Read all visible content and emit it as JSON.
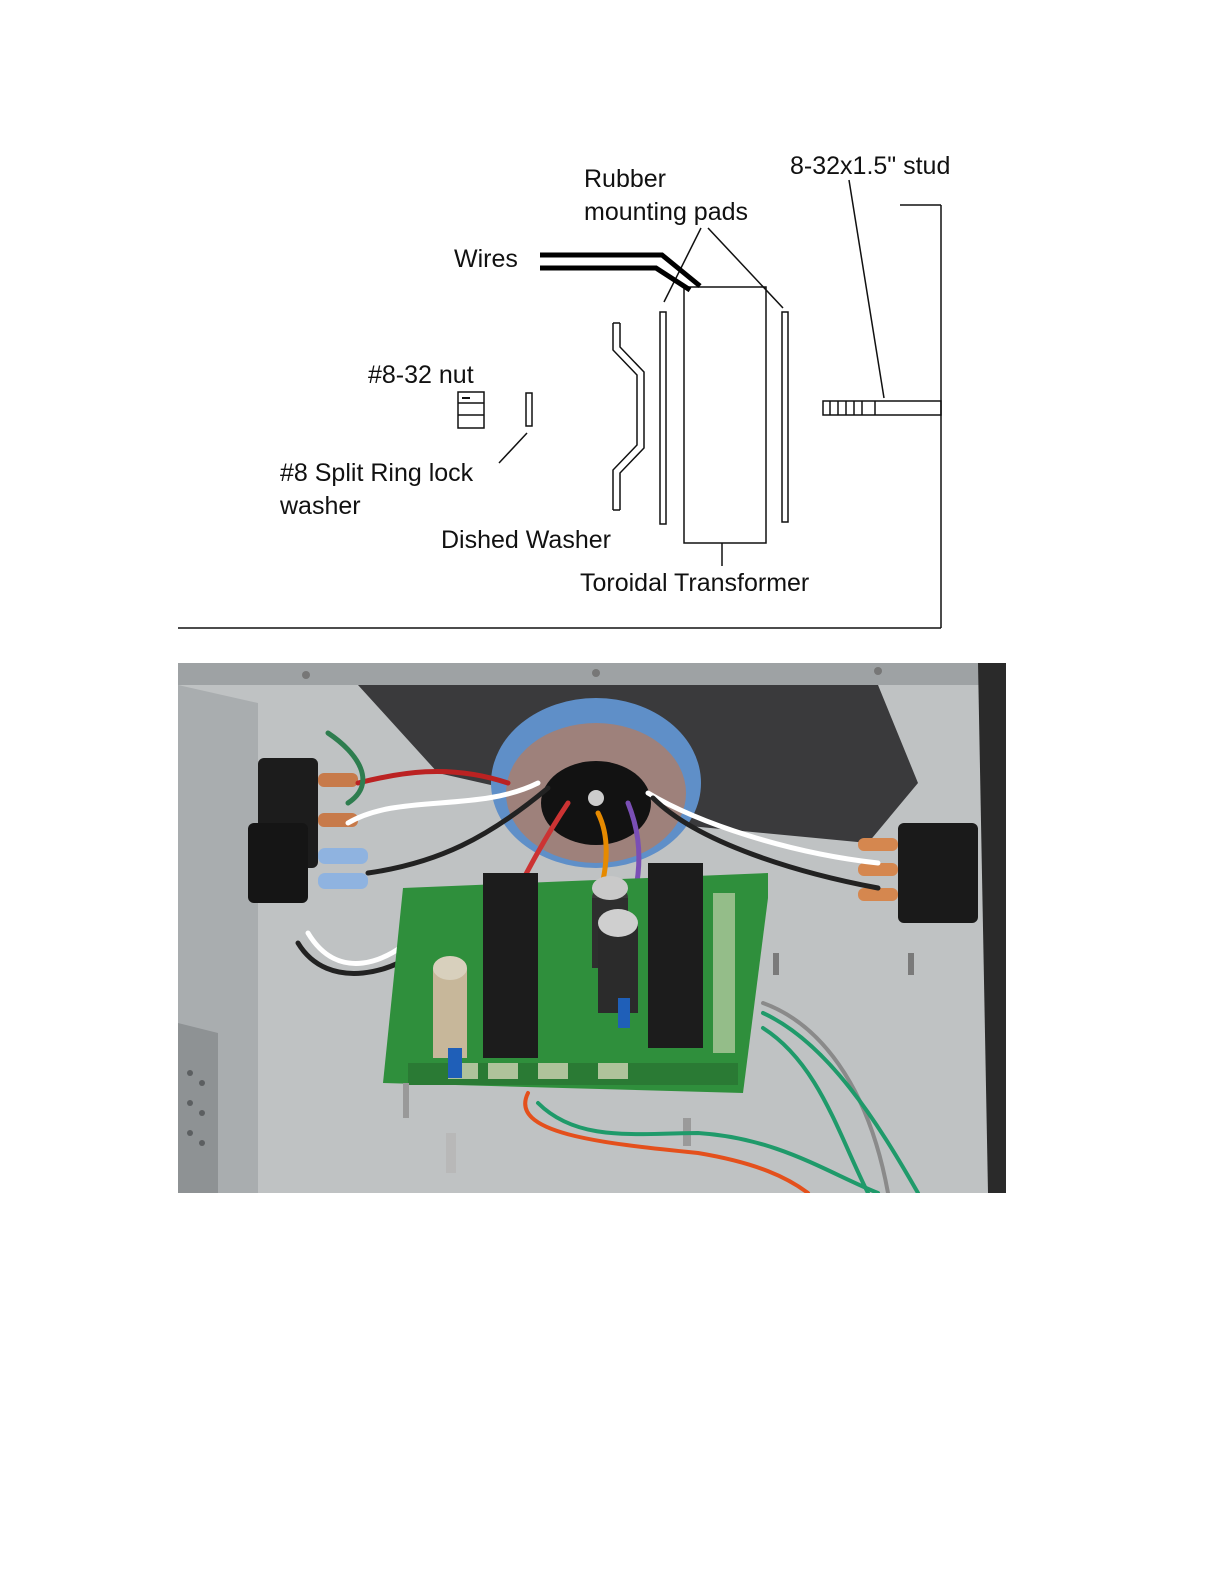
{
  "diagram": {
    "labels": {
      "stud": "8-32x1.5\" stud",
      "rubber_line1": "Rubber",
      "rubber_line2": "mounting pads",
      "wires": "Wires",
      "nut": "#8-32 nut",
      "lock_washer_line1": "#8 Split Ring lock",
      "lock_washer_line2": "washer",
      "dished_washer": "Dished Washer",
      "transformer": "Toroidal Transformer"
    }
  },
  "photo": {
    "subject": "power-supply-pcb-inside-chassis",
    "colors": {
      "chassis": "#bfc2c3",
      "foam": "#3a3a3c",
      "pcb": "#2f8f3c",
      "transformer_tape": "#5f8fc8",
      "heatsink": "#1c1c1c"
    }
  }
}
